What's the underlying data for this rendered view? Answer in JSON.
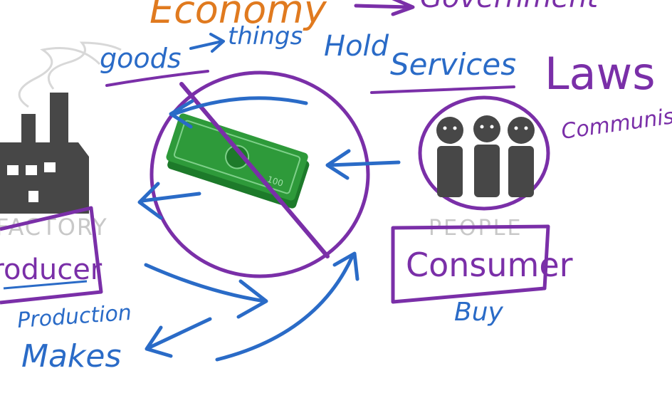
{
  "colors": {
    "background": "#ffffff",
    "purple": "#7a2fa8",
    "blue": "#2a6bc7",
    "orange": "#e07a1f",
    "green": "#2e9a3a",
    "dark_gray": "#474747",
    "light_gray": "#c8c8c8"
  },
  "words": {
    "economy": "Economy",
    "government": "Government",
    "goods": "goods",
    "things": "things",
    "hold": "Hold",
    "services": "Services",
    "laws": "Laws",
    "communism": "Communism",
    "factory": "FACTORY",
    "producer": "Producer",
    "production": "Production",
    "makes": "Makes",
    "people": "PEOPLE",
    "consumer": "Consumer",
    "buy": "Buy"
  },
  "banknote_label": "100",
  "icons": [
    "factory-icon",
    "money-icon",
    "people-icon",
    "prohibition-sign-icon"
  ]
}
